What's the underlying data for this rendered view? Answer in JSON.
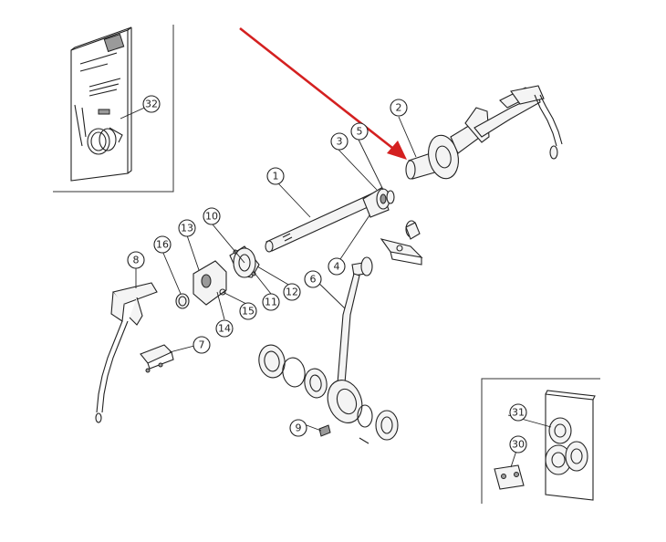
{
  "callouts": {
    "c1": "1",
    "c2": "2",
    "c3": "3",
    "c4": "4",
    "c5": "5",
    "c6": "6",
    "c7": "7",
    "c8": "8",
    "c9": "9",
    "c10": "10",
    "c11": "11",
    "c12": "12",
    "c13": "13",
    "c14": "14",
    "c15": "15",
    "c16": "16",
    "c30": "30",
    "c31": "31",
    "c32": "32"
  },
  "colors": {
    "arrow": "#d42020",
    "line": "#222222",
    "background": "#ffffff"
  }
}
